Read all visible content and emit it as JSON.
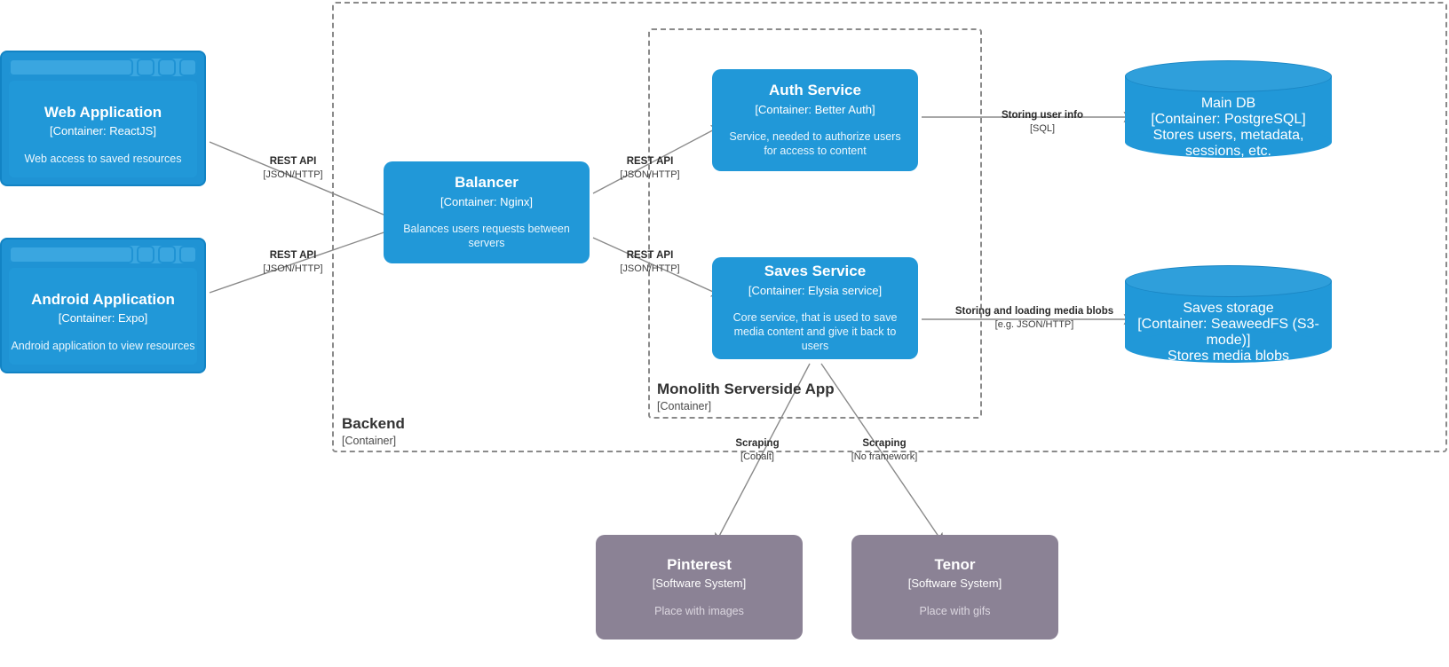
{
  "diagram": {
    "title": "Container diagram",
    "colors": {
      "container": "#2198d8",
      "container_border": "#1283c4",
      "software_system": "#8b8295",
      "boundary": "#8a8a8a",
      "edge": "#707070",
      "text": "#ffffff"
    }
  },
  "boundaries": [
    {
      "key": "backend",
      "name": "Backend",
      "type": "[Container]"
    },
    {
      "key": "monolith",
      "name": "Monolith Serverside App",
      "type": "[Container]"
    }
  ],
  "nodes": [
    {
      "key": "web_application",
      "name": "Web Application",
      "type": "[Container: ReactJS]",
      "description": "Web access to saved resources",
      "shape": "browser"
    },
    {
      "key": "android_application",
      "name": "Android Application",
      "type": "[Container: Expo]",
      "description": "Android application to view resources",
      "shape": "browser"
    },
    {
      "key": "balancer",
      "name": "Balancer",
      "type": "[Container: Nginx]",
      "description": "Balances users requests between servers",
      "shape": "rounded"
    },
    {
      "key": "auth_service",
      "name": "Auth Service",
      "type": "[Container: Better Auth]",
      "description": "Service, needed to authorize users for access to content",
      "shape": "rounded"
    },
    {
      "key": "saves_service",
      "name": "Saves Service",
      "type": "[Container: Elysia service]",
      "description": "Core service, that is used to save media content and give it back to users",
      "shape": "rounded"
    },
    {
      "key": "main_db",
      "name": "Main DB",
      "type": "[Container: PostgreSQL]",
      "description": "Stores users, metadata, sessions, etc.",
      "shape": "cylinder"
    },
    {
      "key": "saves_storage",
      "name": "Saves storage",
      "type": "[Container: SeaweedFS (S3-mode)]",
      "description": "Stores media blobs",
      "shape": "cylinder"
    },
    {
      "key": "pinterest",
      "name": "Pinterest",
      "type": "[Software System]",
      "description": "Place with images",
      "shape": "software-system"
    },
    {
      "key": "tenor",
      "name": "Tenor",
      "type": "[Software System]",
      "description": "Place with gifs",
      "shape": "software-system"
    }
  ],
  "edges": [
    {
      "key": "web_to_balancer",
      "from": "web_application",
      "to": "balancer",
      "label": "REST API",
      "technology": "[JSON/HTTP]"
    },
    {
      "key": "android_to_balancer",
      "from": "android_application",
      "to": "balancer",
      "label": "REST API",
      "technology": "[JSON/HTTP]"
    },
    {
      "key": "balancer_to_auth",
      "from": "balancer",
      "to": "auth_service",
      "label": "REST API",
      "technology": "[JSON/HTTP]"
    },
    {
      "key": "balancer_to_saves",
      "from": "balancer",
      "to": "saves_service",
      "label": "REST API",
      "technology": "[JSON/HTTP]"
    },
    {
      "key": "auth_to_maindb",
      "from": "auth_service",
      "to": "main_db",
      "label": "Storing user info",
      "technology": "[SQL]"
    },
    {
      "key": "saves_to_storage",
      "from": "saves_service",
      "to": "saves_storage",
      "label": "Storing and loading media blobs",
      "technology": "[e.g. JSON/HTTP]"
    },
    {
      "key": "saves_to_pinterest",
      "from": "saves_service",
      "to": "pinterest",
      "label": "Scraping",
      "technology": "[Cobalt]"
    },
    {
      "key": "saves_to_tenor",
      "from": "saves_service",
      "to": "tenor",
      "label": "Scraping",
      "technology": "[No framework]"
    }
  ]
}
